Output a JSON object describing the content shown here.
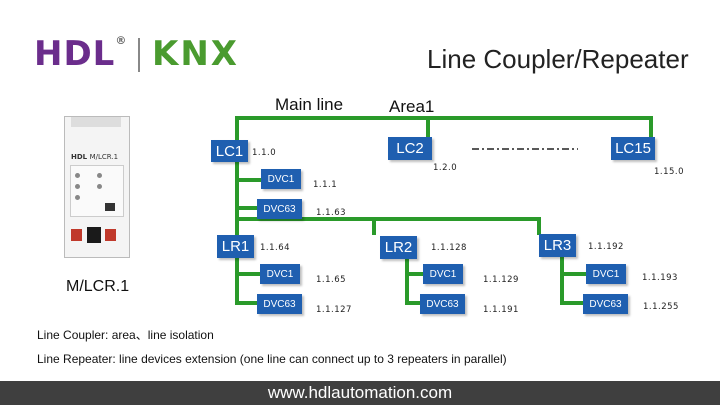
{
  "logo": {
    "hdl": "HDL",
    "registered": "®",
    "knx": "KNX"
  },
  "title": "Line Coupler/Repeater",
  "main_line_label": "Main line",
  "area_label": "Area1",
  "nodes": {
    "lc1": "LC1",
    "lc2": "LC2",
    "lc15": "LC15",
    "lr1": "LR1",
    "lr2": "LR2",
    "lr3": "LR3",
    "dvc": "DVC1",
    "dvc63": "DVC63"
  },
  "addresses": {
    "a110": "1.1.0",
    "a111": "1.1.1",
    "a1163": "1.1.63",
    "a1164": "1.1.64",
    "a1165": "1.1.65",
    "a11127": "1.1.127",
    "a11128": "1.1.128",
    "a11129": "1.1.129",
    "a11191": "1.1.191",
    "a11192": "1.1.192",
    "a11193": "1.1.193",
    "a11255": "1.1.255",
    "a120": "1.2.0",
    "a1150": "1.15.0"
  },
  "device": {
    "model_label": "M/LCR.1",
    "brand": "HDL",
    "face_text": "M/LCR.1"
  },
  "notes": {
    "coupler": "Line Coupler: area、line isolation",
    "repeater": "Line Repeater: line devices extension (one line can connect up to 3 repeaters in parallel)"
  },
  "footer": "www.hdlautomation.com",
  "colors": {
    "node_fill": "#1f5fb0",
    "line_green": "#2a9a2a",
    "logo_purple": "#6b2d8c",
    "logo_green": "#4a9b2f",
    "footer_bg": "#3f3f3f"
  }
}
